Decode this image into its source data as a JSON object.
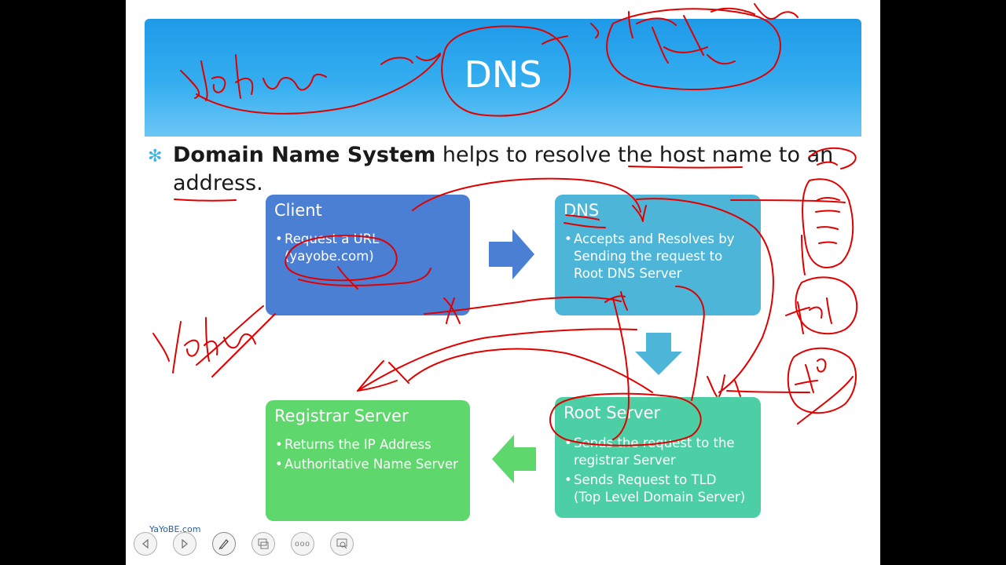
{
  "slide": {
    "title": "DNS",
    "bullet": {
      "bold": "Domain Name System",
      "rest": " helps to resolve the host name to an address."
    }
  },
  "boxes": {
    "client": {
      "title": "Client",
      "items": [
        "Request a URL",
        "(yayobe.com)"
      ]
    },
    "dns": {
      "title": "DNS",
      "items": [
        "Accepts and Resolves by",
        "Sending the request to",
        "Root DNS Server"
      ]
    },
    "root": {
      "title": "Root Server",
      "items": [
        "Sends the request to the",
        "registrar Server",
        "Sends Request to TLD",
        "(Top Level Domain Server)"
      ]
    },
    "registrar": {
      "title": "Registrar Server",
      "items": [
        "Returns the IP Address",
        "Authoritative Name Server"
      ]
    }
  },
  "footer": {
    "brand": "YaYoBE.com"
  },
  "nav": [
    "prev-icon",
    "next-icon",
    "pen-icon",
    "slides-icon",
    "more-icon",
    "zoom-icon"
  ],
  "colors": {
    "client": "#4a7fd4",
    "dns": "#4db6d8",
    "root": "#4ccfa4",
    "registrar": "#5ed76c",
    "ink": "#e00000"
  }
}
